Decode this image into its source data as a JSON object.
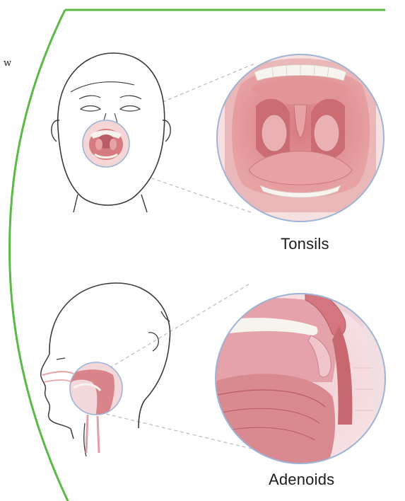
{
  "labels": {
    "tonsils": "Tonsils",
    "adenoids": "Adenoids",
    "page_fragment": "w"
  },
  "colors": {
    "frame_green": "#5bb947",
    "lens_blue": "#9db4d6",
    "outline": "#3a3a3a",
    "tissue_pink": "#e9a7a7",
    "tissue_deep": "#c9676f",
    "tooth": "#f7f4ef"
  },
  "illustration": {
    "top_panel": "front view of child's face with magnified open mouth showing tonsils",
    "bottom_panel": "side profile of child's head with magnified nasal and throat cross-section showing adenoids"
  }
}
